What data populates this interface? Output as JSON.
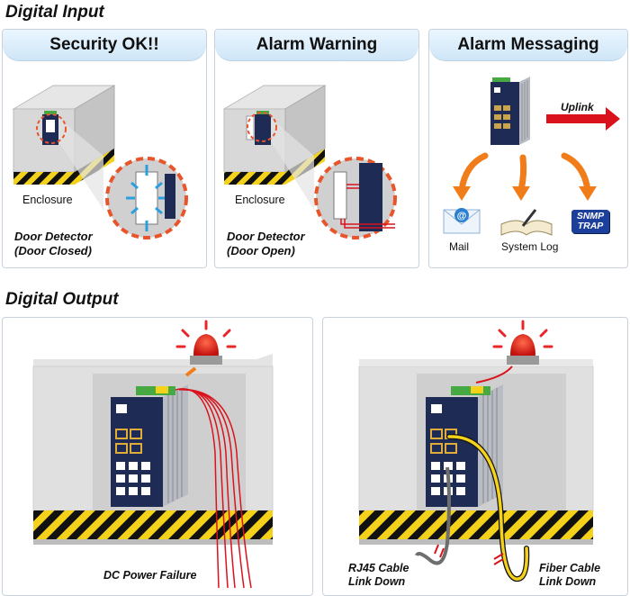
{
  "digital_input": {
    "title": "Digital Input",
    "panels": [
      {
        "heading": "Security OK!!",
        "enclosure_label": "Enclosure",
        "detector_line1": "Door Detector",
        "detector_line2": "(Door Closed)"
      },
      {
        "heading": "Alarm Warning",
        "enclosure_label": "Enclosure",
        "detector_line1": "Door Detector",
        "detector_line2": "(Door Open)"
      },
      {
        "heading": "Alarm Messaging",
        "uplink_label": "Uplink",
        "mail_label": "Mail",
        "syslog_label": "System Log",
        "snmp_line1": "SNMP",
        "snmp_line2": "TRAP"
      }
    ]
  },
  "digital_output": {
    "title": "Digital Output",
    "left": {
      "failure_label": "DC Power Failure"
    },
    "right": {
      "rj45_line1": "RJ45 Cable",
      "rj45_line2": "Link Down",
      "fiber_line1": "Fiber Cable",
      "fiber_line2": "Link Down"
    }
  },
  "colors": {
    "alarm_orange": "#e8552a",
    "arrow_red": "#d9121c",
    "hazard_yellow": "#f4d21b",
    "switch_navy": "#1e2b55"
  }
}
